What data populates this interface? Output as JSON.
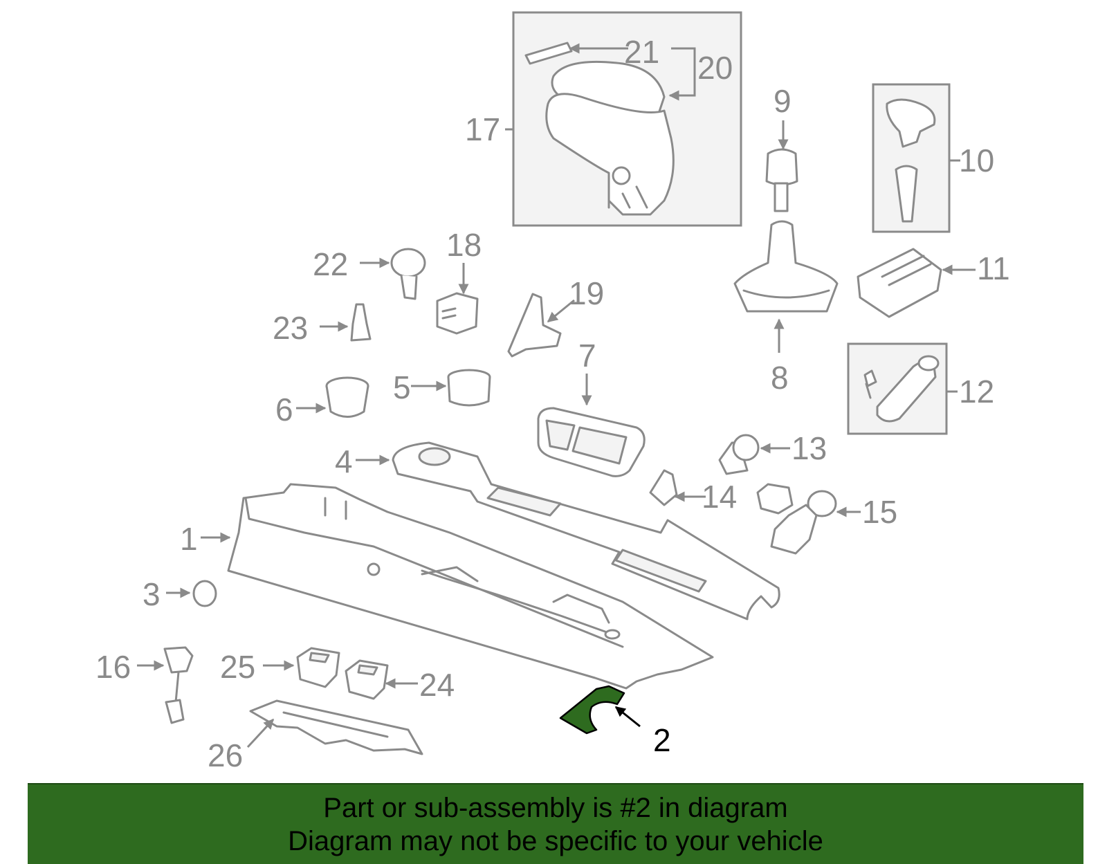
{
  "banner": {
    "line1": "Part or sub-assembly is #2 in diagram",
    "line2": "Diagram may not be specific to your vehicle",
    "color": "#2e6b1f"
  },
  "highlight": {
    "part_number": "2",
    "color": "#2e6b1f"
  },
  "callouts": {
    "p1": "1",
    "p2": "2",
    "p3": "3",
    "p4": "4",
    "p5": "5",
    "p6": "6",
    "p7": "7",
    "p8": "8",
    "p9": "9",
    "p10": "10",
    "p11": "11",
    "p12": "12",
    "p13": "13",
    "p14": "14",
    "p15": "15",
    "p16": "16",
    "p17": "17",
    "p18": "18",
    "p19": "19",
    "p20": "20",
    "p21": "21",
    "p22": "22",
    "p23": "23",
    "p24": "24",
    "p25": "25",
    "p26": "26"
  }
}
